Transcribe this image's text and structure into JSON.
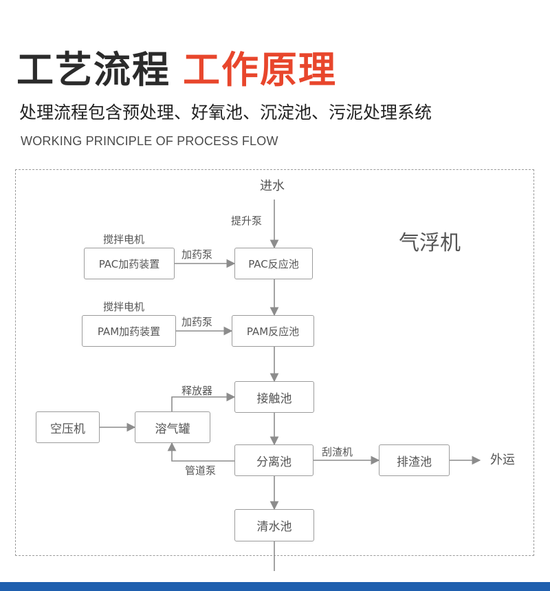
{
  "header": {
    "title_part1": "工艺流程",
    "title_part2": "工作原理",
    "subtitle": "处理流程包含预处理、好氧池、沉淀池、污泥处理系统",
    "subtitle_en": "WORKING PRINCIPLE OF PROCESS FLOW"
  },
  "diagram": {
    "machine_label": "气浮机",
    "nodes": {
      "pac_device": "PAC加药装置",
      "pac_tank": "PAC反应池",
      "pam_device": "PAM加药装置",
      "pam_tank": "PAM反应池",
      "contact_tank": "接触池",
      "air_compressor": "空压机",
      "dissolved_air_tank": "溶气罐",
      "separation_tank": "分离池",
      "slag_tank": "排渣池",
      "clear_water_tank": "清水池"
    },
    "labels": {
      "inflow": "进水",
      "lift_pump": "提升泵",
      "mixer_motor_1": "搅拌电机",
      "dosing_pump_1": "加药泵",
      "mixer_motor_2": "搅拌电机",
      "dosing_pump_2": "加药泵",
      "releaser": "释放器",
      "pipeline_pump": "管道泵",
      "scraper": "刮渣机",
      "transport_out": "外运"
    }
  },
  "colors": {
    "title_dark": "#2b2b2b",
    "title_accent": "#e8462c",
    "line": "#8c8c8c",
    "bottom_bar": "#1f5fae"
  }
}
